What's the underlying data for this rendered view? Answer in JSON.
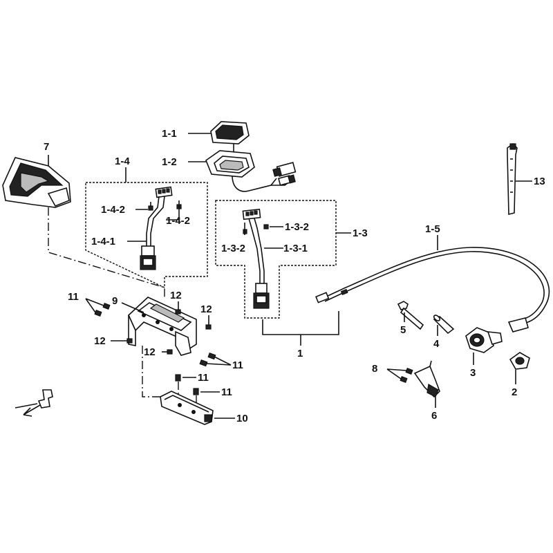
{
  "labels": {
    "l_7": "7",
    "l_1_1": "1-1",
    "l_1_2": "1-2",
    "l_1_4": "1-4",
    "l_1_4_2a": "1-4-2",
    "l_1_4_2b": "1-4-2",
    "l_1_4_1": "1-4-1",
    "l_1_3_2a": "1-3-2",
    "l_1_3_2b": "1-3-2",
    "l_1_3_1": "1-3-1",
    "l_1_3": "1-3",
    "l_1_5": "1-5",
    "l_13": "13",
    "l_1": "1",
    "l_11a": "11",
    "l_9": "9",
    "l_12a": "12",
    "l_12b": "12",
    "l_12c": "12",
    "l_12d": "12",
    "l_11b": "11",
    "l_11c": "11",
    "l_11d": "11",
    "l_10": "10",
    "l_5": "5",
    "l_4": "4",
    "l_3": "3",
    "l_2": "2",
    "l_8": "8",
    "l_6": "6"
  }
}
